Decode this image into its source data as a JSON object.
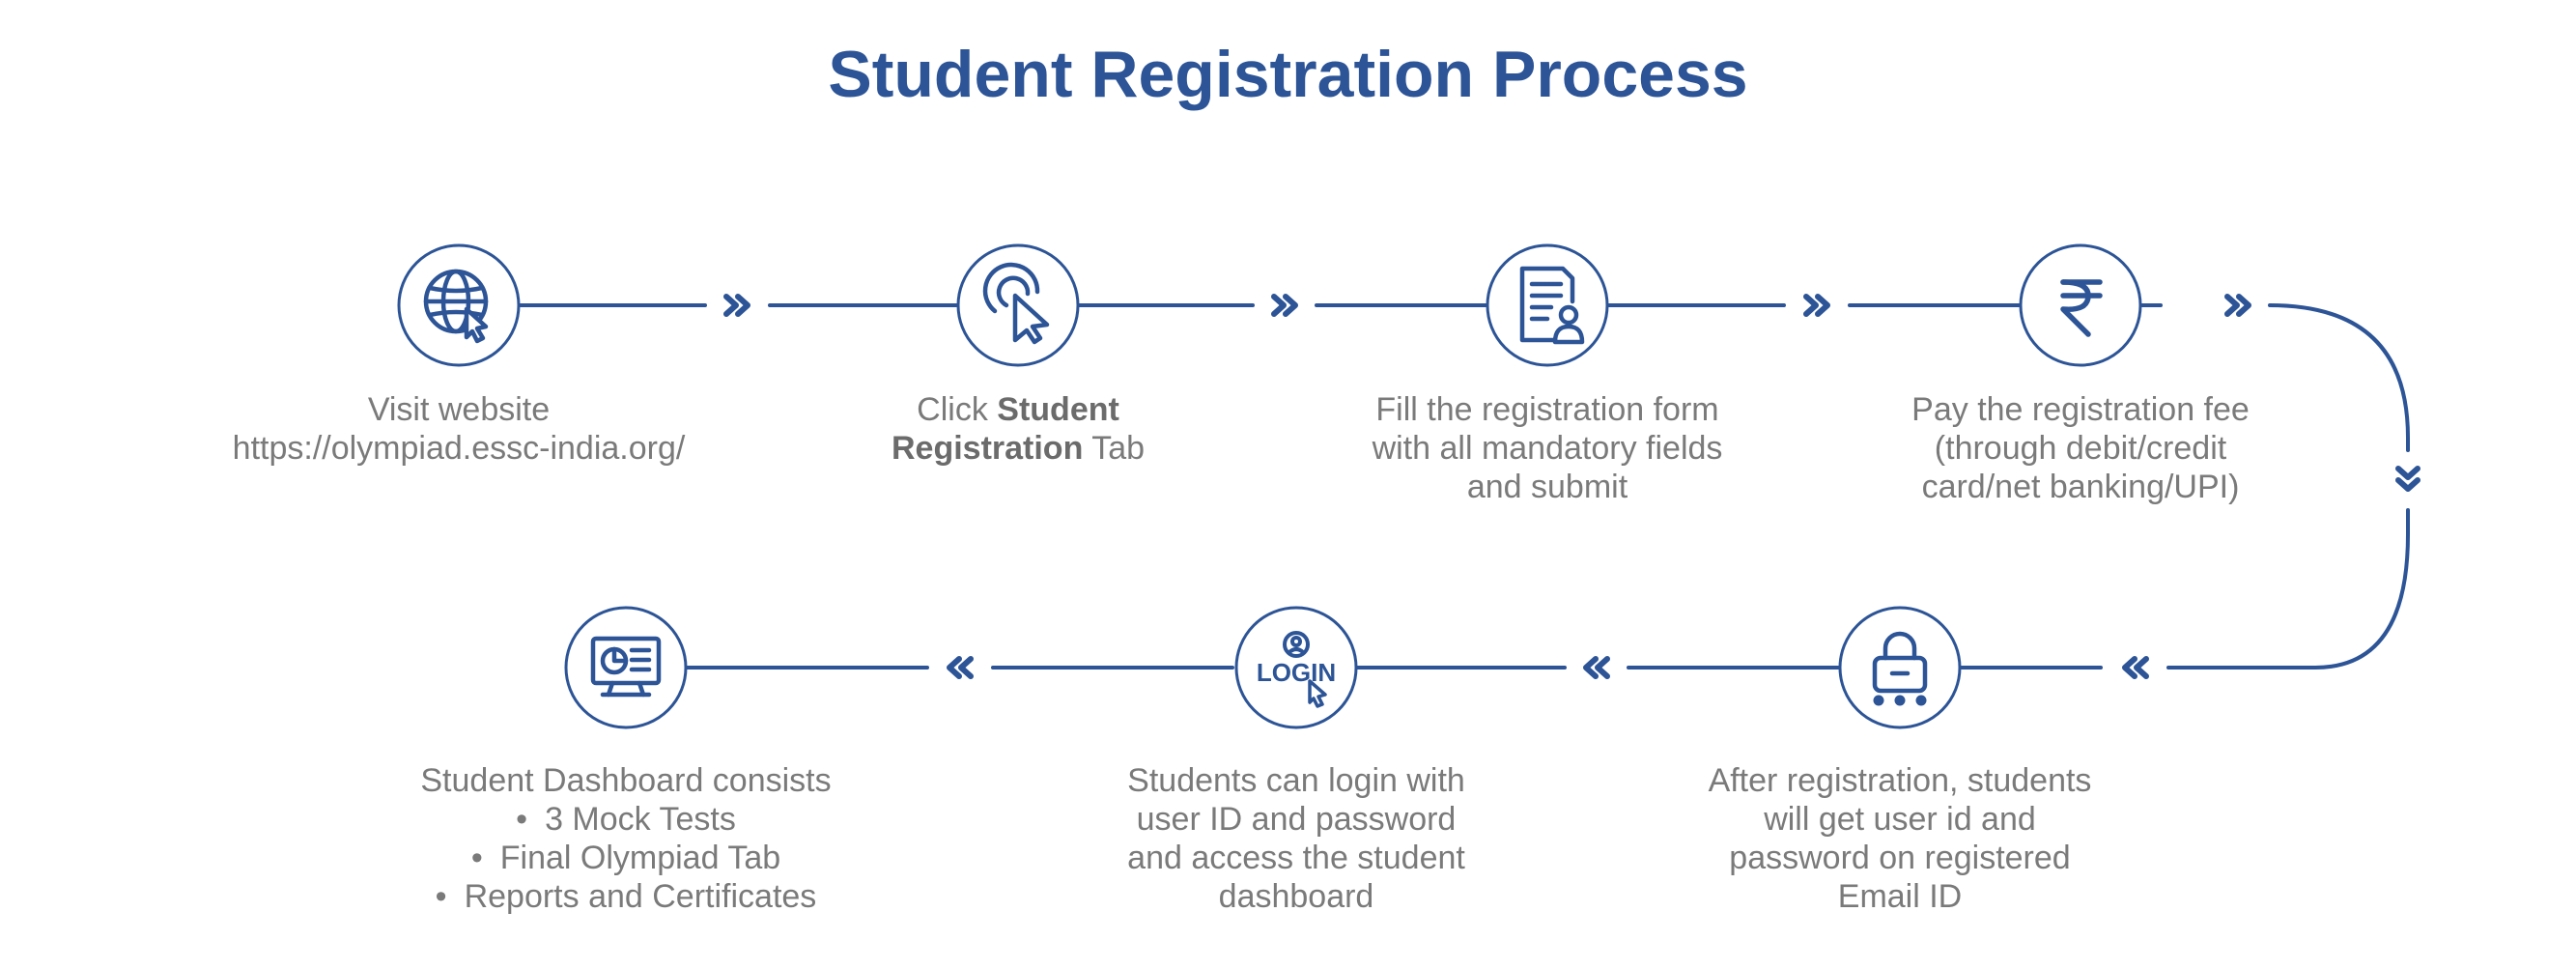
{
  "title": "Student Registration Process",
  "colors": {
    "accent": "#2c5496",
    "text": "#7a7a7a"
  },
  "steps": [
    {
      "icon": "globe-cursor-icon",
      "line1": "Visit website",
      "line2": "https://olympiad.essc-india.org/"
    },
    {
      "icon": "tap-pointer-icon",
      "prefix": "Click",
      "bold1": "Student",
      "bold2": "Registration",
      "suffix": "Tab"
    },
    {
      "icon": "form-user-icon",
      "lines": [
        "Fill the registration form",
        "with all mandatory fields",
        "and submit"
      ]
    },
    {
      "icon": "rupee-icon",
      "lines": [
        "Pay the registration fee",
        "(through debit/credit",
        "card/net banking/UPI)"
      ]
    },
    {
      "icon": "lock-password-icon",
      "lines": [
        "After registration, students",
        "will get user id and",
        "password on registered",
        "Email ID"
      ]
    },
    {
      "icon": "login-icon",
      "icon_text": "LOGIN",
      "lines": [
        "Students can login with",
        "user ID and password",
        "and access the student",
        "dashboard"
      ]
    },
    {
      "icon": "dashboard-monitor-icon",
      "heading": "Student Dashboard consists",
      "bullets": [
        "3 Mock Tests",
        "Final Olympiad Tab",
        "Reports and Certificates"
      ]
    }
  ]
}
